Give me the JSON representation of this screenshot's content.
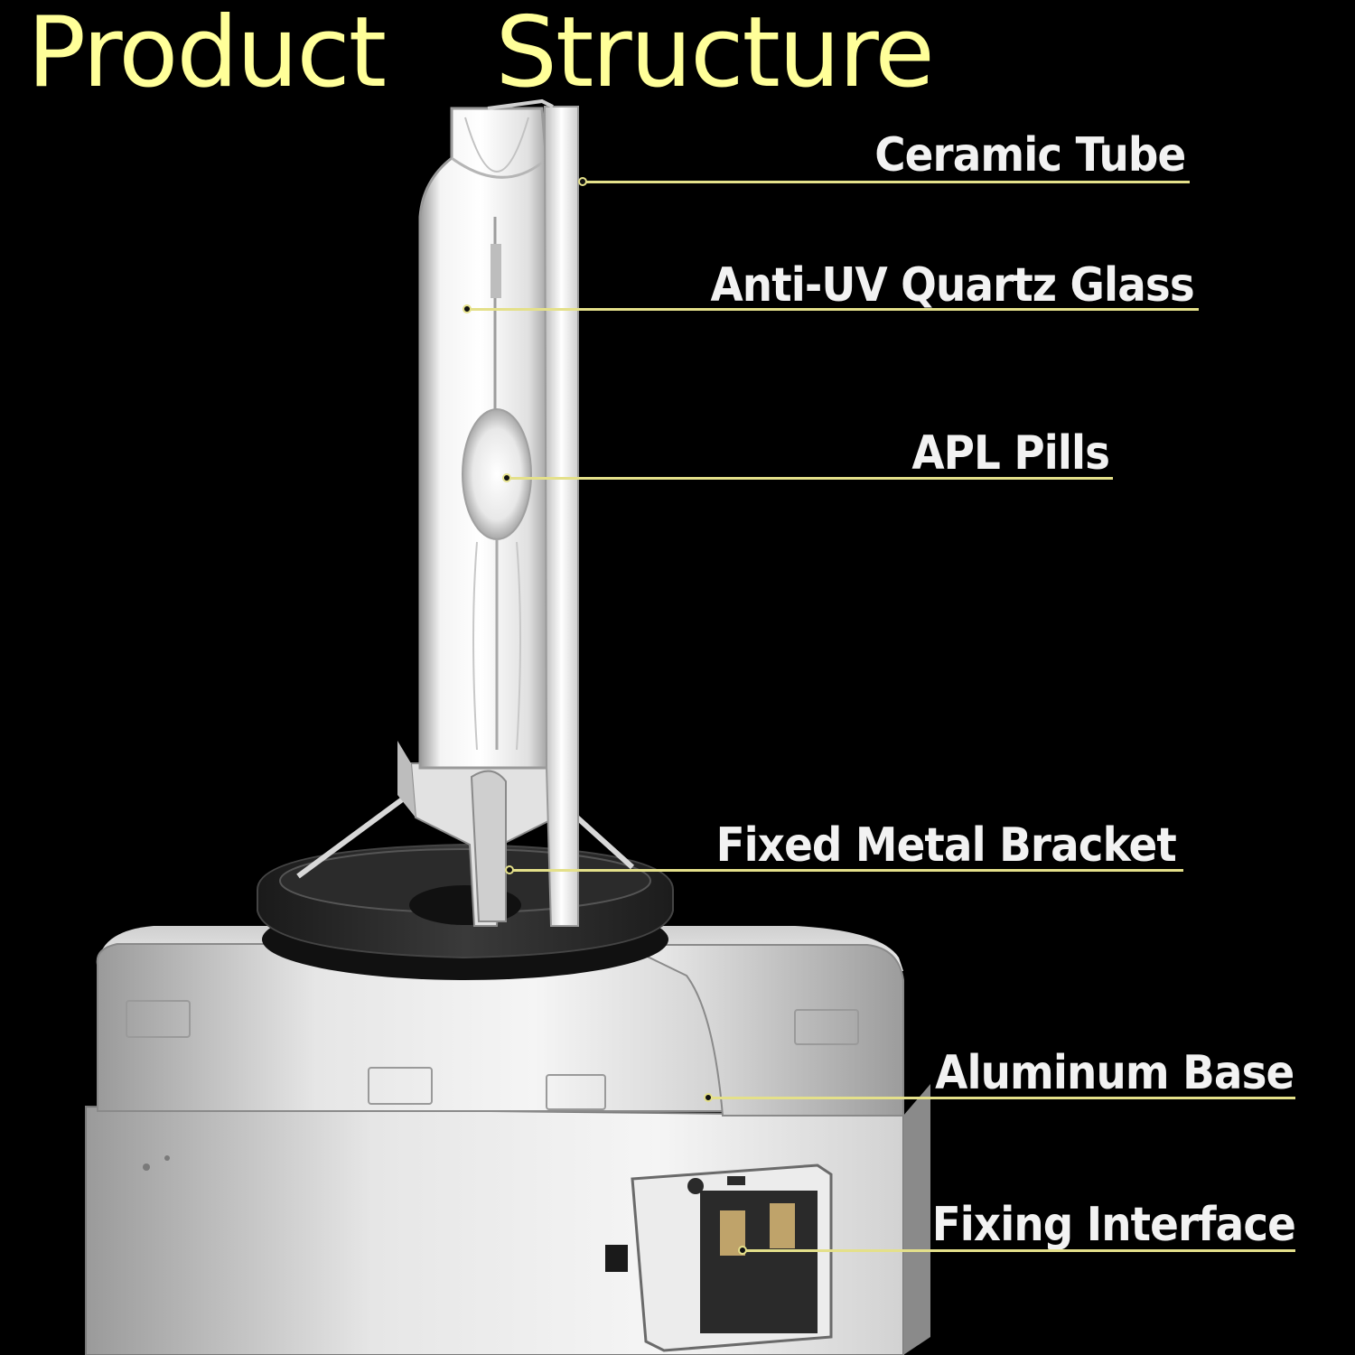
{
  "title": {
    "word1": "Product",
    "word2": "Structure"
  },
  "callouts": [
    {
      "id": "ceramic-tube",
      "label": "Ceramic Tube"
    },
    {
      "id": "quartz-glass",
      "label": "Anti-UV Quartz Glass"
    },
    {
      "id": "apl-pills",
      "label": "APL Pills"
    },
    {
      "id": "metal-bracket",
      "label": "Fixed Metal Bracket"
    },
    {
      "id": "aluminum-base",
      "label": "Aluminum Base"
    },
    {
      "id": "fixing-interface",
      "label": "Fixing Interface"
    }
  ],
  "colors": {
    "background": "#000000",
    "title": "#ffff99",
    "label_text": "#f2f2f2",
    "leader_line": "#e4e08a"
  }
}
